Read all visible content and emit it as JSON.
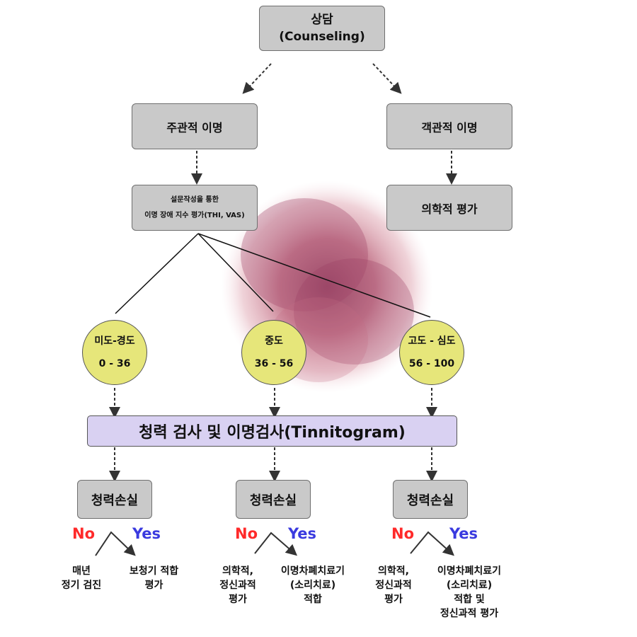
{
  "counseling": {
    "line1": "상담",
    "line2": "(Counseling)"
  },
  "subjective": "주관적 이명",
  "objective": "객관적 이명",
  "survey": {
    "line1": "설문작성을 통한",
    "line2": "이명 장애 지수 평가(THI, VAS)"
  },
  "medical_eval": "의학적 평가",
  "levels": [
    {
      "name": "미도-경도",
      "range": "0 - 36"
    },
    {
      "name": "중도",
      "range": "36 - 56"
    },
    {
      "name": "고도 - 심도",
      "range": "56 - 100"
    }
  ],
  "tinnitogram": "청력 검사 및 이명검사(Tinnitogram)",
  "hearing_loss": [
    "청력손실",
    "청력손실",
    "청력손실"
  ],
  "no_label": "No",
  "yes_label": "Yes",
  "outcomes": [
    {
      "no": [
        "매년",
        "정기 검진"
      ],
      "yes": [
        "보청기 적합",
        "평가"
      ]
    },
    {
      "no": [
        "의학적,",
        "정신과적",
        "평가"
      ],
      "yes": [
        "이명차폐치료기",
        "(소리치료)",
        "적합"
      ]
    },
    {
      "no": [
        "의학적,",
        "정신과적",
        "평가"
      ],
      "yes": [
        "이명차폐치료기",
        "(소리치료)",
        "적합 및",
        "정신과적 평가"
      ]
    }
  ],
  "colors": {
    "box": "#c9c9c9",
    "circle": "#e6e67a",
    "bar": "#d9d1f2",
    "no": "#ff2a2a",
    "yes": "#3a3adf",
    "splash": "#b5546e"
  }
}
